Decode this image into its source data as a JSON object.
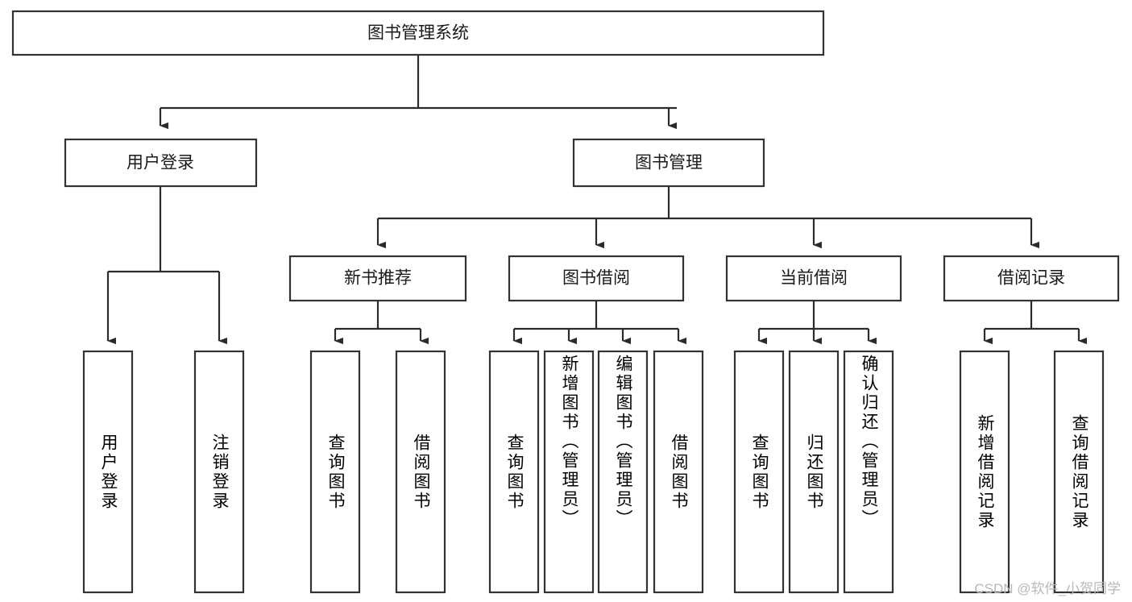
{
  "diagram": {
    "title": "图书管理系统",
    "type": "tree-hierarchy-chart",
    "watermark": "CSDN @软件_小贺同学",
    "colors": {
      "box_stroke": "#333333",
      "box_fill": "#ffffff",
      "edge": "#2b2b2b",
      "text": "#1a1a1a",
      "watermark": "#b8b8b8"
    },
    "nodes": {
      "root": {
        "label": "图书管理系统",
        "orientation": "horizontal"
      },
      "level2": [
        {
          "id": "user-login",
          "label": "用户登录",
          "orientation": "horizontal"
        },
        {
          "id": "book-management",
          "label": "图书管理",
          "orientation": "horizontal"
        }
      ],
      "level3": [
        {
          "id": "new-book-recommend",
          "label": "新书推荐",
          "orientation": "horizontal"
        },
        {
          "id": "book-borrow",
          "label": "图书借阅",
          "orientation": "horizontal"
        },
        {
          "id": "current-borrow",
          "label": "当前借阅",
          "orientation": "horizontal"
        },
        {
          "id": "borrow-record",
          "label": "借阅记录",
          "orientation": "horizontal"
        }
      ],
      "leaves": [
        {
          "id": "leaf-user-login",
          "label": "用户登录",
          "parent": "user-login",
          "orientation": "vertical"
        },
        {
          "id": "leaf-logout-login",
          "label": "注销登录",
          "parent": "user-login",
          "orientation": "vertical"
        },
        {
          "id": "leaf-query-books-1",
          "label": "查询图书",
          "parent": "new-book-recommend",
          "orientation": "vertical"
        },
        {
          "id": "leaf-borrow-books-1",
          "label": "借阅图书",
          "parent": "new-book-recommend",
          "orientation": "vertical"
        },
        {
          "id": "leaf-query-books-2",
          "label": "查询图书",
          "parent": "book-borrow",
          "orientation": "vertical"
        },
        {
          "id": "leaf-add-book",
          "label": "新增图书（管理员）",
          "parent": "book-borrow",
          "orientation": "vertical"
        },
        {
          "id": "leaf-edit-book",
          "label": "编辑图书（管理员）",
          "parent": "book-borrow",
          "orientation": "vertical"
        },
        {
          "id": "leaf-borrow-books-2",
          "label": "借阅图书",
          "parent": "book-borrow",
          "orientation": "vertical"
        },
        {
          "id": "leaf-query-books-3",
          "label": "查询图书",
          "parent": "current-borrow",
          "orientation": "vertical"
        },
        {
          "id": "leaf-return-book",
          "label": "归还图书",
          "parent": "current-borrow",
          "orientation": "vertical"
        },
        {
          "id": "leaf-confirm-return",
          "label": "确认归还（管理员）",
          "parent": "current-borrow",
          "orientation": "vertical"
        },
        {
          "id": "leaf-add-record",
          "label": "新增借阅记录",
          "parent": "borrow-record",
          "orientation": "vertical"
        },
        {
          "id": "leaf-query-record",
          "label": "查询借阅记录",
          "parent": "borrow-record",
          "orientation": "vertical"
        }
      ]
    }
  }
}
